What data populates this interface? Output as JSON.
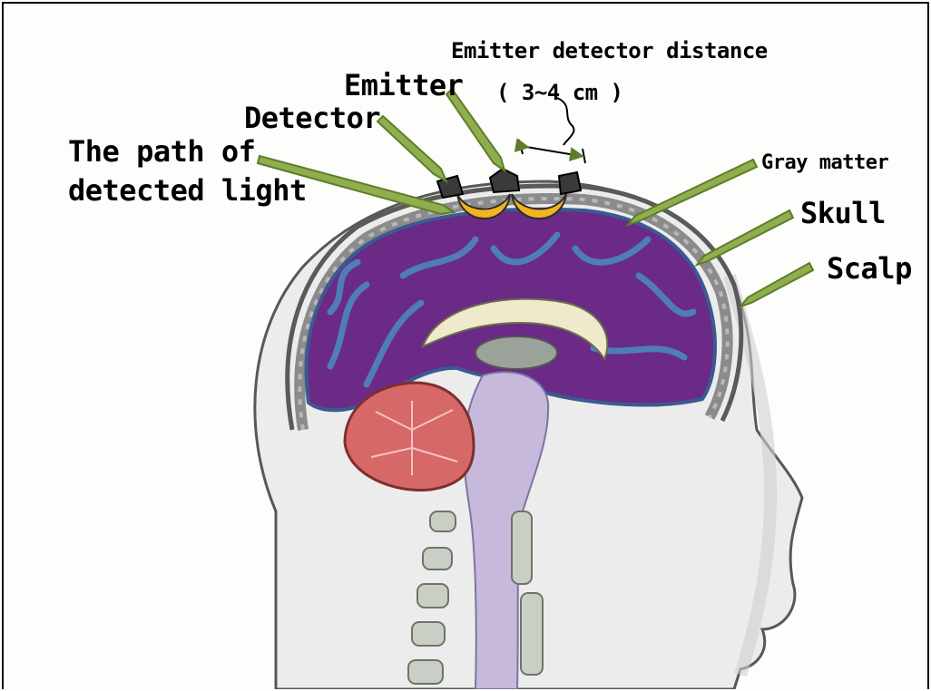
{
  "labels": {
    "distance_title": "Emitter detector distance",
    "distance_value": "( 3~4 cm )",
    "emitter": "Emitter",
    "detector": "Detector",
    "path_line1": "The path of",
    "path_line2": "detected light",
    "gray_matter": "Gray matter",
    "skull": "Skull",
    "scalp": "Scalp"
  },
  "colors": {
    "arrow": "#8fae4e",
    "light_path": "#f2b320",
    "gray_matter": "#6a2a86",
    "white_matter": "#4f7db6",
    "cerebellum": "#d76868",
    "brainstem": "#c7b9dc",
    "skull": "#6f6f6f",
    "skin": "#ececec"
  }
}
